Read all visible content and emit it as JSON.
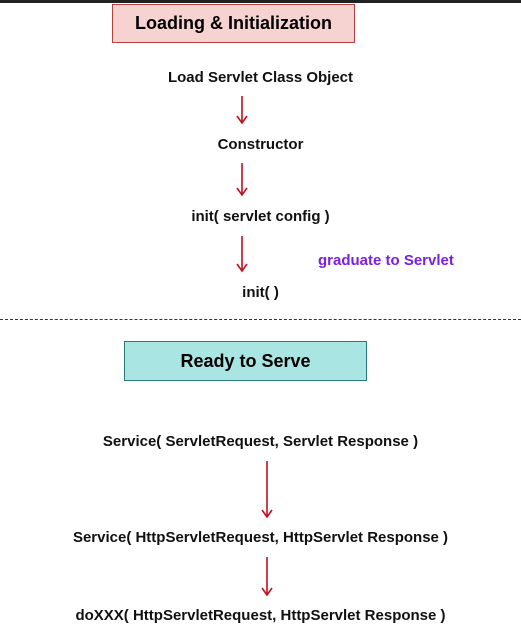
{
  "phase1": {
    "title": "Loading & Initialization",
    "steps": [
      "Load Servlet Class Object",
      "Constructor",
      "init( servlet config )",
      "init( )"
    ],
    "side_note": "graduate to Servlet"
  },
  "phase2": {
    "title": "Ready to Serve",
    "steps": [
      "Service( ServletRequest, Servlet Response )",
      "Service( HttpServletRequest, HttpServlet Response )",
      "doXXX( HttpServletRequest, HttpServlet Response )"
    ]
  },
  "colors": {
    "arrow": "#c0101e",
    "loading_fill": "#f6d2d0",
    "loading_border": "#b8413d",
    "ready_fill": "#a8e5e3",
    "ready_border": "#2c7a79",
    "side_note": "#7b1fe0"
  }
}
